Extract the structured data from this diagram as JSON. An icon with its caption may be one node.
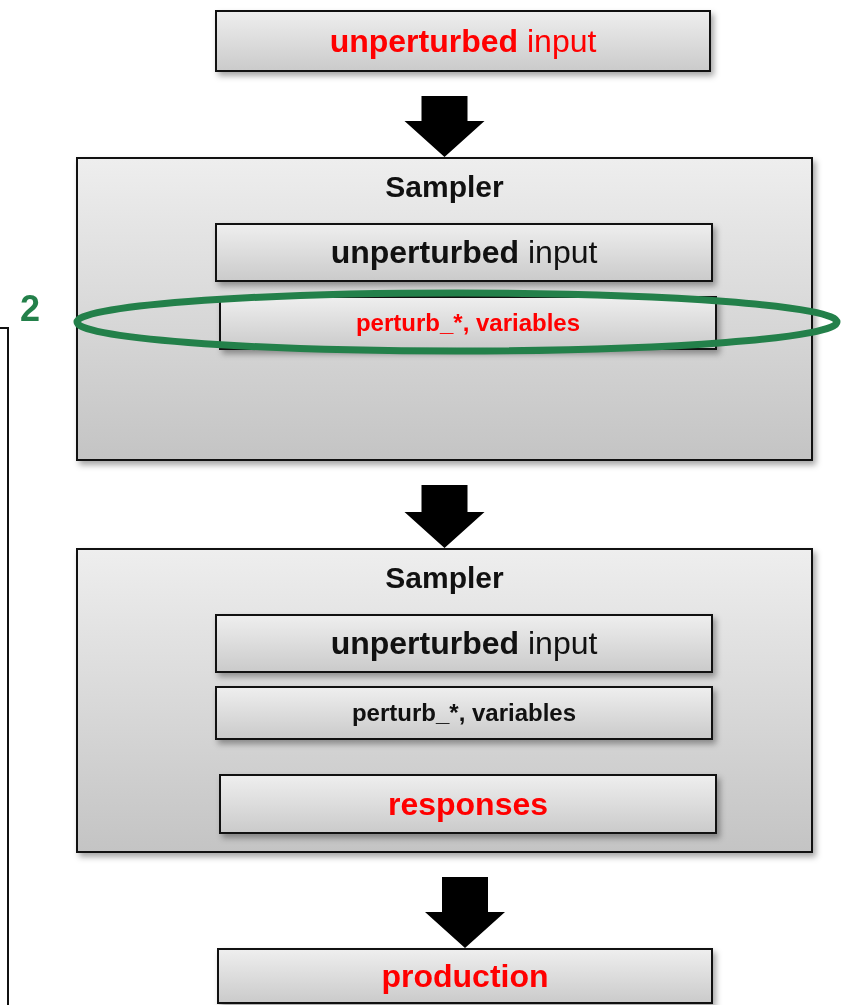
{
  "diagram": {
    "nodes": [
      {
        "text": [
          "**unperturbed** input"
        ]
      },
      {
        "text": [
          "Sampler"
        ]
      },
      {
        "text": [
          "**unperturbed** input"
        ],
        "in": 1
      },
      {
        "text": [
          "perturb_*, variables"
        ],
        "in": 1
      },
      {
        "text": [
          "Sampler"
        ]
      },
      {
        "text": [
          "**unperturbed** input"
        ],
        "in": 4
      },
      {
        "text": [
          "perturb_*, variables"
        ],
        "in": 4
      },
      {
        "text": [
          "responses"
        ],
        "in": 4
      },
      {
        "text": [
          "production"
        ]
      }
    ],
    "edges": [
      {
        "from": 0,
        "to": 1,
        "arrow": "to",
        "style": "thick"
      },
      {
        "from": 1,
        "to": 4,
        "arrow": "to",
        "style": "thick"
      },
      {
        "from": 4,
        "to": 8,
        "arrow": "to",
        "style": "thick"
      }
    ],
    "labels": [
      "2"
    ]
  }
}
